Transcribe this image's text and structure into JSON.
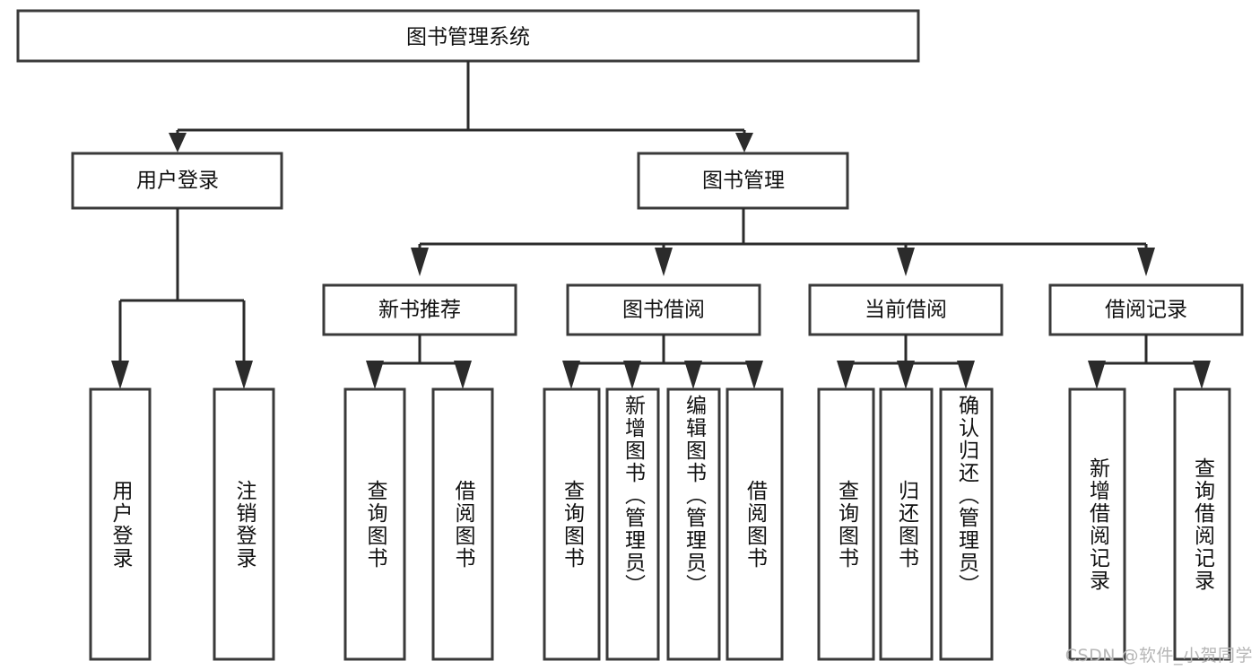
{
  "diagram": {
    "type": "tree-hierarchy-chart",
    "title_node": "图书管理系统",
    "colors": {
      "box_stroke": "#3a3a3a",
      "connector": "#2b2b2b",
      "background": "#ffffff",
      "text": "#111111",
      "watermark": "#b6b6b6"
    },
    "root": {
      "label": "图书管理系统"
    },
    "level2": [
      {
        "label": "用户登录"
      },
      {
        "label": "图书管理"
      }
    ],
    "level3": [
      {
        "label": "新书推荐"
      },
      {
        "label": "图书借阅"
      },
      {
        "label": "当前借阅"
      },
      {
        "label": "借阅记录"
      }
    ],
    "leaves": {
      "user_login": [
        {
          "label": "用户登录"
        },
        {
          "label": "注销登录"
        }
      ],
      "new_book_recommend": [
        {
          "label": "查询图书"
        },
        {
          "label": "借阅图书"
        }
      ],
      "book_borrow": [
        {
          "label": "查询图书"
        },
        {
          "label": "新增图书（管理员）"
        },
        {
          "label": "编辑图书（管理员）"
        },
        {
          "label": "借阅图书"
        }
      ],
      "current_borrow": [
        {
          "label": "查询图书"
        },
        {
          "label": "归还图书"
        },
        {
          "label": "确认归还（管理员）"
        }
      ],
      "borrow_records": [
        {
          "label": "新增借阅记录"
        },
        {
          "label": "查询借阅记录"
        }
      ]
    }
  },
  "watermark": {
    "text": "CSDN @软件_小贺同学"
  }
}
